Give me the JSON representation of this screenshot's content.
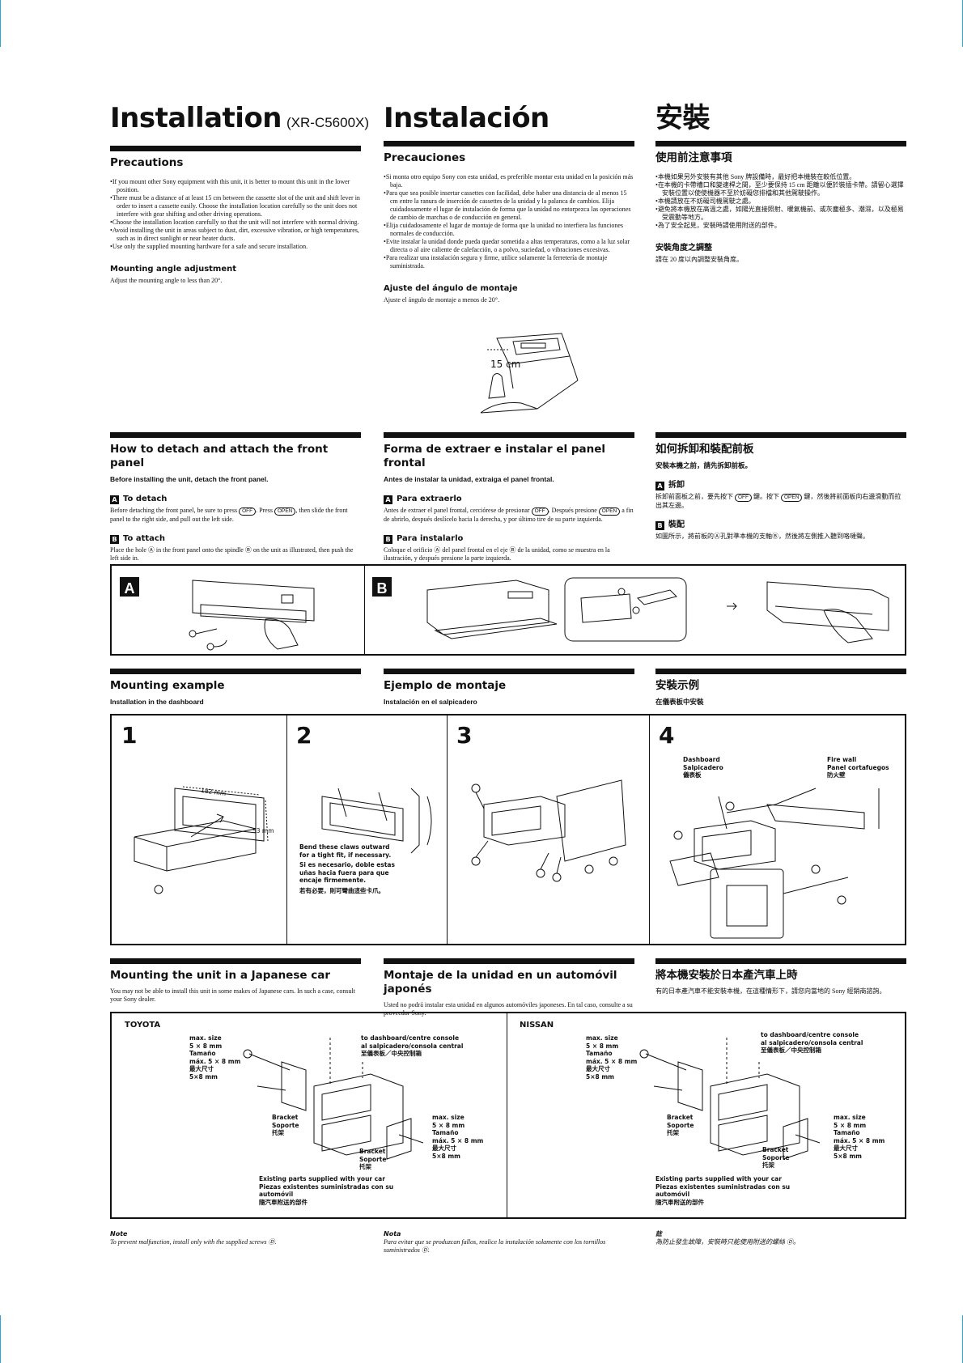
{
  "titles": {
    "en": "Installation",
    "en_model": "(XR-C5600X)",
    "es": "Instalación",
    "zh": "安裝"
  },
  "precautions": {
    "en": {
      "heading": "Precautions",
      "items": [
        "If you mount other Sony equipment with this unit, it is better to mount this unit in the lower position.",
        "There must be a distance of at least 15 cm between the cassette slot of the unit and shift lever in order to insert a cassette easily. Choose the installation location carefully so the unit does not interfere with gear shifting and other driving operations.",
        "Choose the installation location carefully so that the unit will not interfere with normal driving.",
        "Avoid installing the unit in areas subject to dust, dirt, excessive vibration, or high temperatures, such as in direct sunlight or near heater ducts.",
        "Use only the supplied mounting hardware for a safe and secure installation."
      ],
      "angle_heading": "Mounting angle adjustment",
      "angle_text": "Adjust the mounting angle to less than 20°."
    },
    "es": {
      "heading": "Precauciones",
      "items": [
        "Si monta otro equipo Sony con esta unidad, es preferible montar esta unidad en la posición más baja.",
        "Para que sea posible insertar cassettes con facilidad, debe haber una distancia de al menos 15 cm entre la ranura de inserción de cassettes de la unidad y la palanca de cambios. Elija cuidadosamente el lugar de instalación de forma que la unidad no entorpezca las operaciones de cambio de marchas o de conducción en general.",
        "Elija cuidadosamente el lugar de montaje de forma que la unidad no interfiera las funciones normales de conducción.",
        "Evite instalar la unidad donde pueda quedar sometida a altas temperaturas, como a la luz solar directa o al aire caliente de calefacción, o a polvo, suciedad, o vibraciones excesivas.",
        "Para realizar una instalación segura y firme, utilice solamente la ferretería de montaje suministrada."
      ],
      "angle_heading": "Ajuste del ángulo de montaje",
      "angle_text": "Ajuste el ángulo de montaje a menos de 20°."
    },
    "zh": {
      "heading": "使用前注意事項",
      "items": [
        "本機如果另外安裝有其他 Sony 牌設備時，最好把本機裝在較低位置。",
        "在本機的卡帶槽口和變速桿之間，至少要保持 15 cm 距離以便於裝插卡帶。請留心選擇安裝位置以使使機器不至於妨礙您排檔和其他駕駛操作。",
        "本機請放在不妨礙司機駕駛之處。",
        "避免將本機放在高溫之處，如陽光直接照射、暖氣機前、或灰塵極多、潮濕，以及極易受震動等地方。",
        "為了安全起見，安裝時請使用附送的部件。"
      ],
      "angle_heading": "安裝角度之調整",
      "angle_text": "請在 20 度以內調整安裝角度。"
    },
    "figure_label": "15 cm"
  },
  "front_panel": {
    "en": {
      "heading": "How to detach and attach the front panel",
      "lead": "Before installing the unit, detach the front panel.",
      "detach_heading": "To detach",
      "detach_pre": "Before detaching the front panel, be sure to press",
      "detach_mid": ". Press",
      "detach_post": ", then slide the front panel to the right side, and pull out the left side.",
      "attach_heading": "To attach",
      "attach_text": "Place the hole Ⓐ in the front panel onto the spindle Ⓑ on the unit as illustrated, then push the left side in."
    },
    "es": {
      "heading": "Forma de extraer e instalar el panel frontal",
      "lead": "Antes de instalar la unidad, extraiga el panel frontal.",
      "detach_heading": "Para extraerlo",
      "detach_pre": "Antes de extraer el panel frontal, cerciórese de presionar",
      "detach_mid": ". Después presione",
      "detach_post": "a fin de abrirlo, después deslícelo hacia la derecha, y por último tire de su parte izquierda.",
      "attach_heading": "Para instalarlo",
      "attach_text": "Coloque el orificio Ⓐ del panel frontal en el eje Ⓑ de la unidad, como se muestra en la ilustración, y después presione la parte izquierda."
    },
    "zh": {
      "heading": "如何拆卸和裝配前板",
      "lead": "安裝本機之前，請先拆卸前板。",
      "detach_heading": "拆卸",
      "detach_pre": "拆卸前面板之前，要先按下",
      "detach_mid": "鍵。按下",
      "detach_post": "鍵，然後將前面板向右邊滑動而拉出其左邊。",
      "attach_heading": "裝配",
      "attach_text": "如圖所示，將前板的Ⓐ孔對準本機的支軸Ⓑ，然後將左側推入聽到咯噠聲。"
    },
    "key_off": "OFF",
    "key_open": "OPEN",
    "label_a": "A",
    "label_b": "B"
  },
  "mounting_example": {
    "en": {
      "heading": "Mounting example",
      "lead": "Installation in the dashboard"
    },
    "es": {
      "heading": "Ejemplo de montaje",
      "lead": "Instalación en el salpicadero"
    },
    "zh": {
      "heading": "安裝示例",
      "lead": "在儀表板中安裝"
    },
    "steps": [
      "1",
      "2",
      "3",
      "4"
    ],
    "dim_width": "182 mm",
    "dim_height": "53 mm",
    "claws_en": "Bend these claws outward for a tight fit, if necessary.",
    "claws_es": "Si es necesario, doble estas uñas hacia fuera para que encaje firmemente.",
    "claws_zh": "若有必要，則可彎曲這些卡爪。",
    "dashboard_en": "Dashboard",
    "dashboard_es": "Salpicadero",
    "dashboard_zh": "儀表板",
    "firewall_en": "Fire wall",
    "firewall_es": "Panel cortafuegos",
    "firewall_zh": "防火壁"
  },
  "japanese_car": {
    "en": {
      "heading": "Mounting the unit in a Japanese car",
      "text": "You may not be able to install this unit in some makes of Japanese cars. In such a case, consult your Sony dealer."
    },
    "es": {
      "heading": "Montaje de la unidad en un automóvil japonés",
      "text": "Usted no podrá instalar esta unidad en algunos automóviles japoneses. En tal caso, consulte a su proveedor Sony."
    },
    "zh": {
      "heading": "將本機安裝於日本產汽車上時",
      "text": "有的日本產汽車不能安裝本機，在這種情形下，請您向當地的 Sony 經銷商諮詢。"
    },
    "toyota": "TOYOTA",
    "nissan": "NISSAN",
    "max_size": "max. size\n5 × 8 mm\nTamaño\nmáx. 5 × 8 mm\n最大尺寸\n5×8 mm",
    "console": "to dashboard/centre console\nal salpicadero/consola central\n至儀表板／中央控制箱",
    "bracket": "Bracket\nSoporte\n托架",
    "existing": "Existing parts supplied with your car\nPiezas existentes suministradas con su automóvil\n隨汽車附送的部件"
  },
  "notes": {
    "en": {
      "label": "Note",
      "text": "To prevent malfunction, install only with the supplied screws Ⓓ."
    },
    "es": {
      "label": "Nota",
      "text": "Para evitar que se produzcan fallos, realice la instalación solamente con los tornillos suministrados Ⓓ."
    },
    "zh": {
      "label": "註",
      "text": "為防止發生故障，安裝時只能使用附送的螺絲 Ⓓ。"
    }
  }
}
